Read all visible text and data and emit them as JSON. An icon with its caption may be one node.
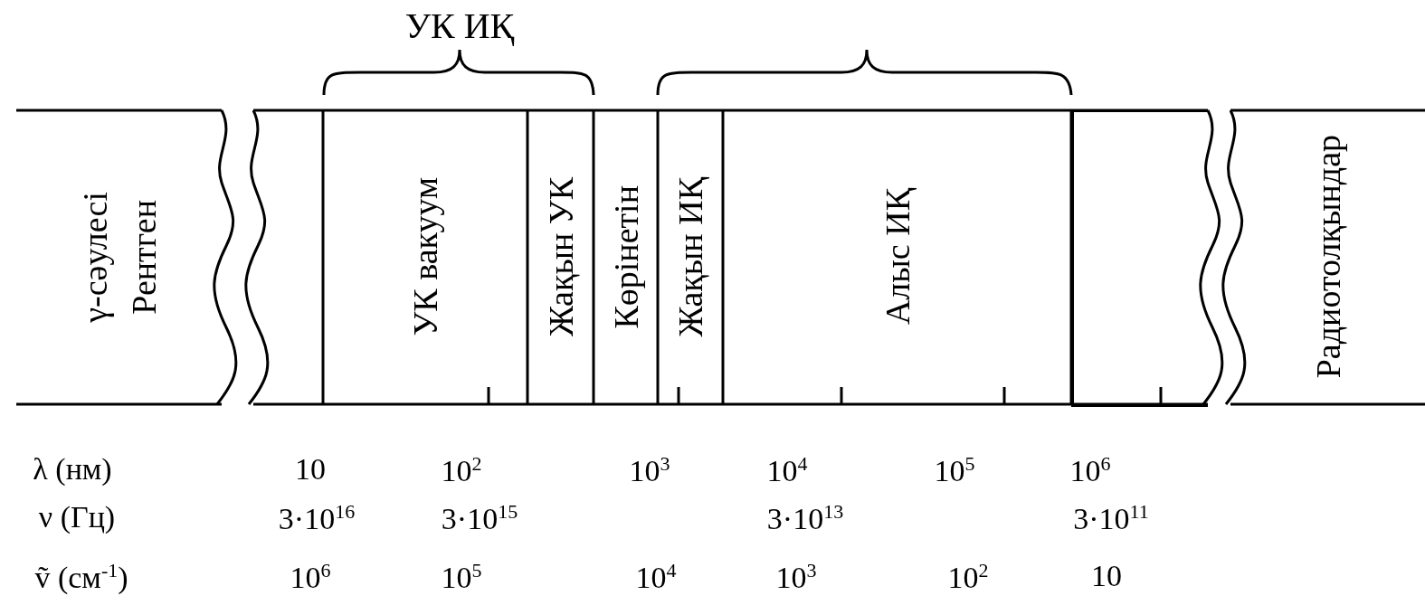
{
  "diagram": {
    "nodes": [
      {
        "text": [
          "γ-сәулесі",
          "Рентген"
        ]
      },
      {
        "text": [
          "УК вакуум"
        ]
      },
      {
        "text": [
          "Жақын УК"
        ]
      },
      {
        "text": [
          "Көрінетін"
        ]
      },
      {
        "text": [
          "Жақын ИҚ"
        ]
      },
      {
        "text": [
          "Алыс ИҚ"
        ]
      },
      {
        "text": [],
        "shape": "box"
      },
      {
        "text": [
          "Радиотолқындар"
        ]
      }
    ],
    "edges": [],
    "labels": [
      "УК ИҚ",
      "λ (нм)",
      "10",
      "10$^{2}$",
      "10$^{3}$",
      "10$^{4}$",
      "10$^{5}$",
      "10$^{6}$",
      "ν (Гц)",
      "3·10$^{16}$",
      "3·10$^{15}$",
      "3·10$^{13}$",
      "3·10$^{11}$",
      "ṽ (см$^{-1}$)",
      "10$^{6}$",
      "10$^{5}$",
      "10$^{4}$",
      "10$^{3}$",
      "10$^{2}$",
      "10"
    ]
  }
}
